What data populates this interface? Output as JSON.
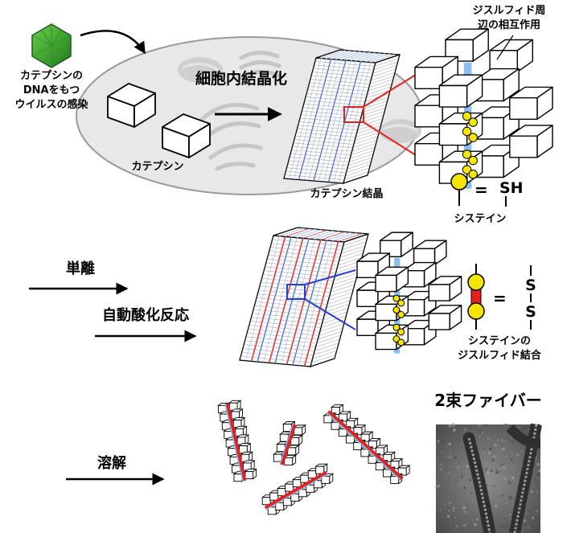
{
  "labels": {
    "virus_infection": [
      "カテプシンの",
      "DNAをもつ",
      "ウイルスの感染"
    ],
    "intracellular_crystallization": "細胞内結晶化",
    "cathepsin": "カテプシン",
    "cathepsin_crystal": "カテプシン結晶",
    "disulfide_interaction": [
      "ジスルフィド周",
      "辺の相互作用"
    ],
    "cysteine_eq": "=",
    "cysteine_sh": "SH",
    "cysteine": "システイン",
    "isolation": "単離",
    "autooxidation": "自動酸化反応",
    "disulfide_eq": "=",
    "disulfide_s1": "S",
    "disulfide_s2": "S",
    "disulfide_bond": [
      "システインの",
      "ジスルフィド結合"
    ],
    "dissolution": "溶解",
    "two_bundle_fiber": "2束ファイバー"
  },
  "colors": {
    "cell_fill": "#e8e8e8",
    "cell_stroke": "#9a9a9a",
    "organelle": "#c9c9c9",
    "virus": "#33a02c",
    "cysteine_yellow": "#f5e600",
    "interface_blue": "#7ab8f5",
    "bond_red": "#e8201c",
    "zoom_red": "#e8201c",
    "zoom_blue": "#1f3fe0",
    "grid_blue": "#3f6ad8",
    "grid_red": "#e03030"
  }
}
